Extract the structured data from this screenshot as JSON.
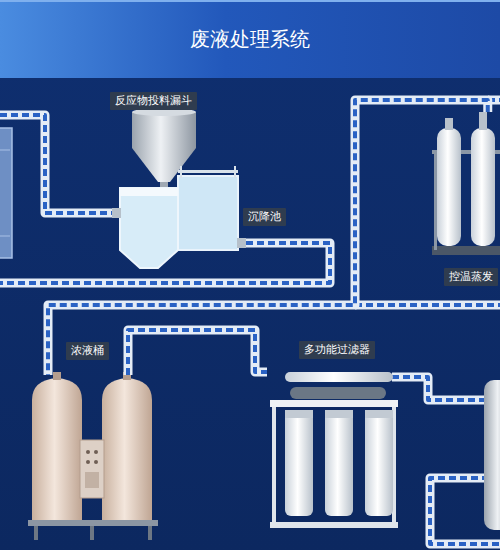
{
  "diagram": {
    "title": "废液处理系统",
    "nodes": [
      {
        "text": [
          "反应物投料漏斗"
        ]
      },
      {
        "text": [
          "沉降池"
        ]
      },
      {
        "text": [
          "控温蒸发"
        ]
      },
      {
        "text": [
          "浓液桶"
        ]
      },
      {
        "text": [
          "多功能过滤器"
        ]
      }
    ],
    "edges": [
      {
        "from": 2,
        "to": 3,
        "arrow": "none"
      },
      {
        "from": 3,
        "to": 4,
        "arrow": "none"
      }
    ]
  }
}
